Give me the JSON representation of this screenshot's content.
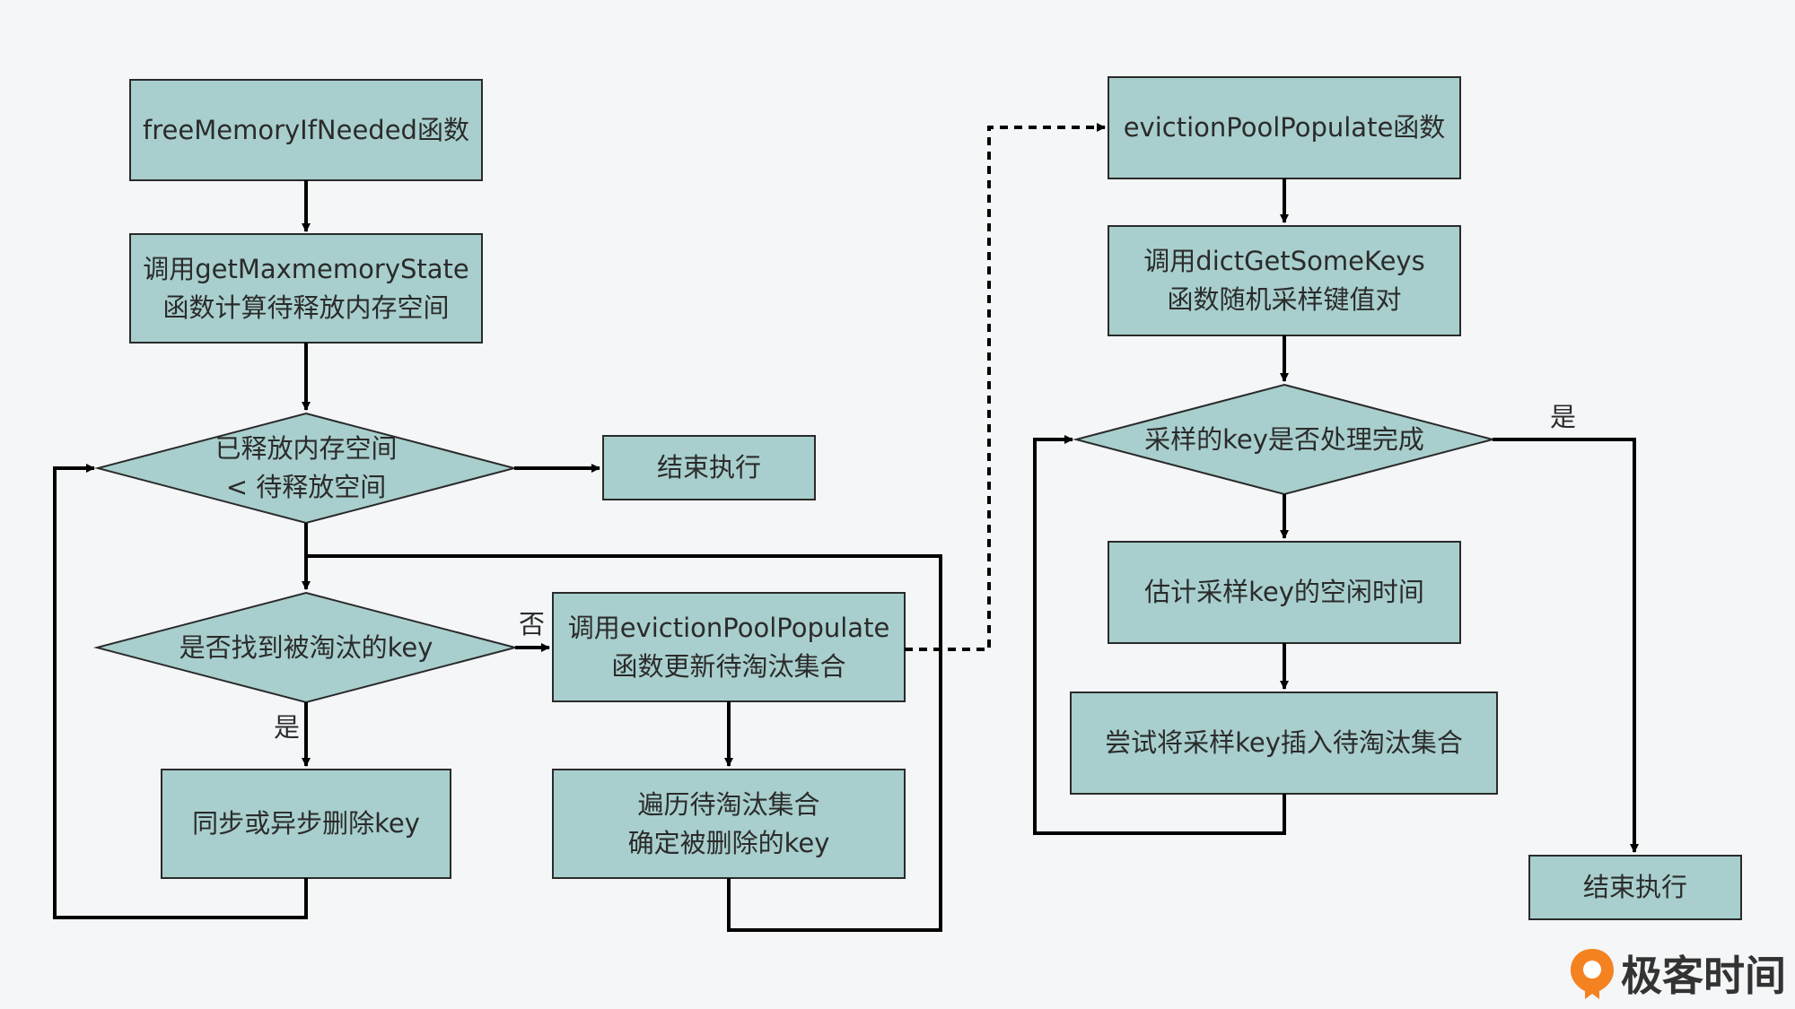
{
  "colors": {
    "background": "#f4f6f8",
    "node_fill": "#a8cfcd",
    "node_stroke": "#2a2a2a",
    "edge": "#000000",
    "logo_orange": "#f58220"
  },
  "nodes": {
    "free_memory_func": [
      "freeMemoryIfNeeded函数"
    ],
    "get_maxmemory_state": [
      "调用getMaxmemoryState",
      "函数计算待释放内存空间"
    ],
    "released_check": [
      "已释放内存空间",
      "< 待释放空间"
    ],
    "end_left": [
      "结束执行"
    ],
    "found_key_check": [
      "是否找到被淘汰的key"
    ],
    "call_eviction_pool": [
      "调用evictionPoolPopulate",
      "函数更新待淘汰集合"
    ],
    "sync_async_delete": [
      "同步或异步删除key"
    ],
    "traverse_pool": [
      "遍历待淘汰集合",
      "确定被删除的key"
    ],
    "eviction_pool_func": [
      "evictionPoolPopulate函数"
    ],
    "dict_get_some_keys": [
      "调用dictGetSomeKeys",
      "函数随机采样键值对"
    ],
    "sample_done_check": [
      "采样的key是否处理完成"
    ],
    "estimate_idle": [
      "估计采样key的空闲时间"
    ],
    "try_insert": [
      "尝试将采样key插入待淘汰集合"
    ],
    "end_right": [
      "结束执行"
    ]
  },
  "edge_labels": {
    "no": "否",
    "yes_left": "是",
    "yes_right": "是"
  },
  "logo": {
    "text": "极客时间",
    "icon": "geektime-logo-icon"
  }
}
